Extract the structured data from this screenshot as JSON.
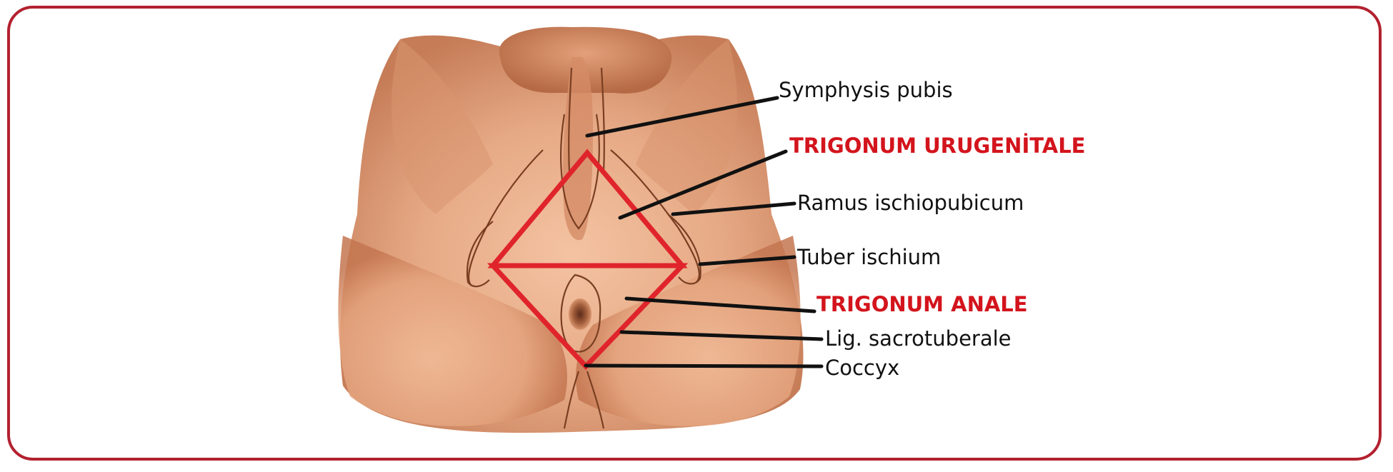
{
  "labels": {
    "symphysis": "Symphysis pubis",
    "urogenital": "TRIGONUM URUGENİTALE",
    "ramus": "Ramus ischiopubicum",
    "tuber": "Tuber ischium",
    "anal": "TRIGONUM ANALE",
    "ligament": "Lig. sacrotuberale",
    "coccyx": "Coccyx"
  },
  "colors": {
    "frame": "#b3212f",
    "triangle": "#e0242c",
    "highlight_label": "#d3141c",
    "text": "#111111",
    "skin": "#e6a985",
    "skin_shadow": "#c57c57",
    "contour": "#7a3f22"
  },
  "icons": {
    "frame": "rounded-border",
    "illustration": "perineum-illustration",
    "diamond": "perineal-diamond-outline"
  }
}
